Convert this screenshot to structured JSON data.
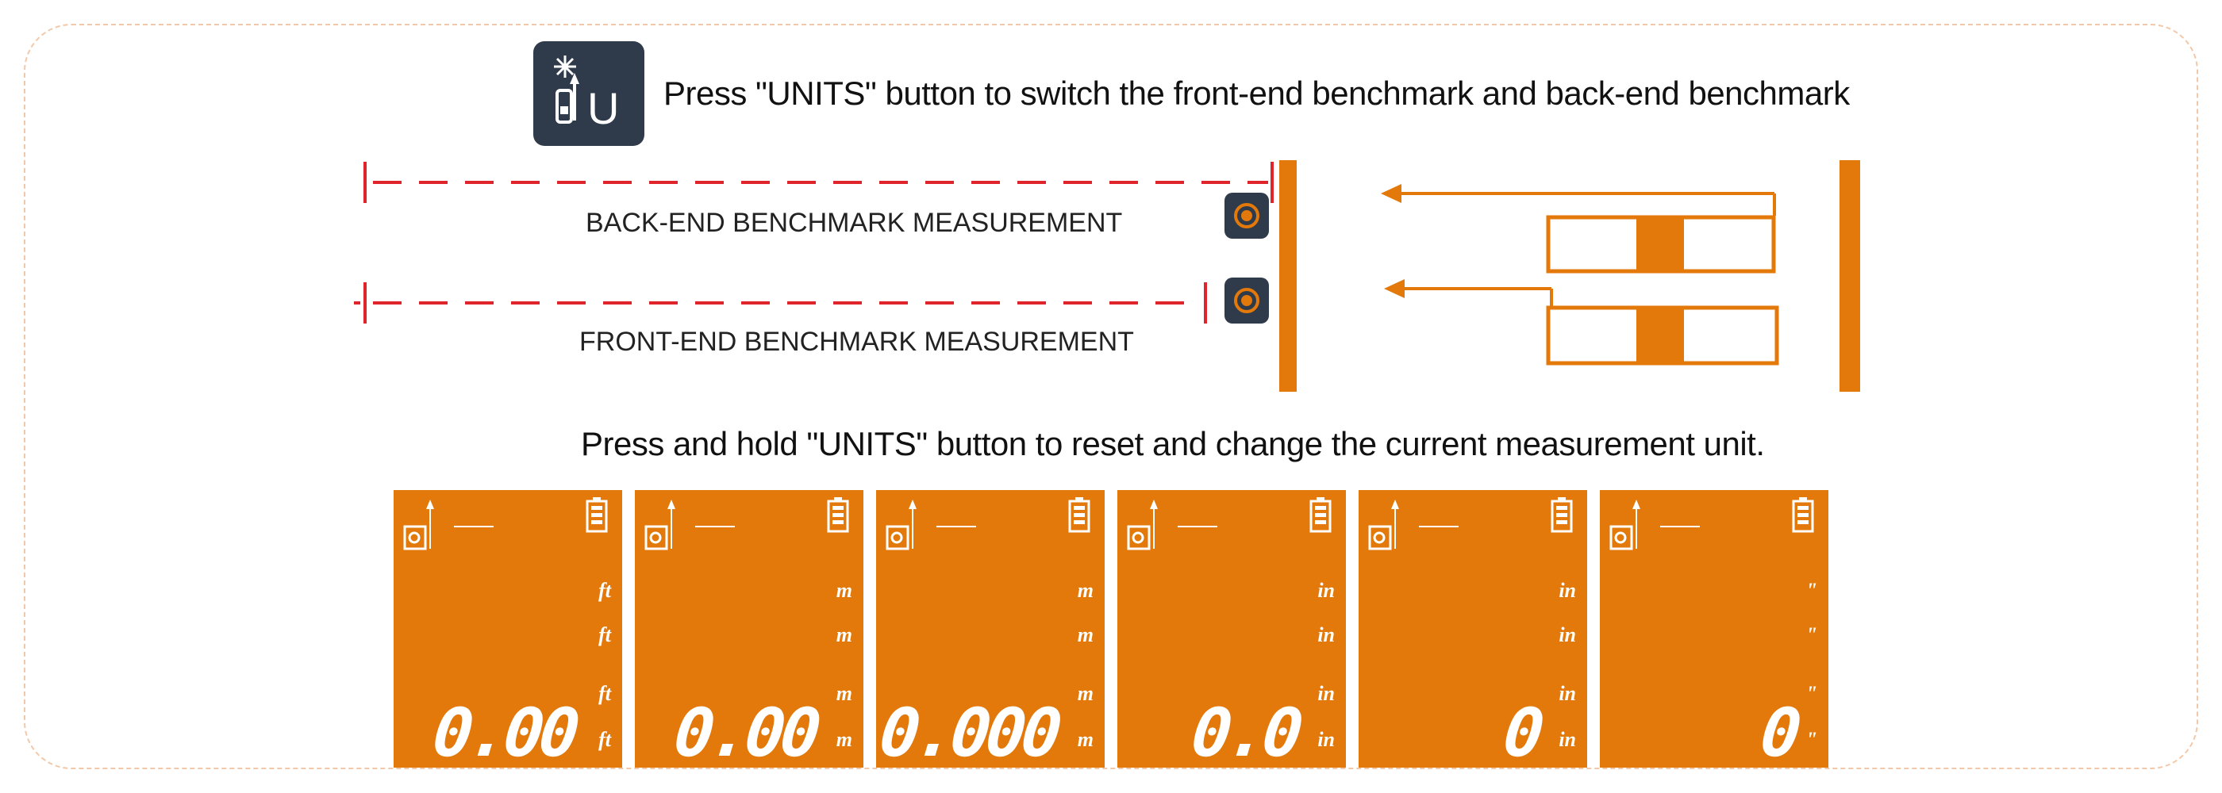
{
  "instructions": {
    "switch_text": "Press \"UNITS\" button to switch the front-end benchmark and back-end benchmark",
    "reset_text": "Press and hold \"UNITS\" button to reset and change the current measurement unit."
  },
  "button": {
    "icon": "units-button-icon",
    "letter": "U"
  },
  "diagram": {
    "back_label": "BACK-END BENCHMARK MEASUREMENT",
    "front_label": "FRONT-END BENCHMARK MEASUREMENT"
  },
  "colors": {
    "accent": "#e2790a",
    "dash": "#e0242b",
    "icon_bg": "#2f3b4b"
  },
  "displays": [
    {
      "units": [
        "ft",
        "ft",
        "ft",
        "ft"
      ],
      "reading": "0.00"
    },
    {
      "units": [
        "m",
        "m",
        "m",
        "m"
      ],
      "reading": "0.00"
    },
    {
      "units": [
        "m",
        "m",
        "m",
        "m"
      ],
      "reading": "0.000"
    },
    {
      "units": [
        "in",
        "in",
        "in",
        "in"
      ],
      "reading": "0.0"
    },
    {
      "units": [
        "in",
        "in",
        "in",
        "in"
      ],
      "reading": "0"
    },
    {
      "units": [
        "\"",
        "\"",
        "\"",
        "\""
      ],
      "reading": "0"
    }
  ]
}
